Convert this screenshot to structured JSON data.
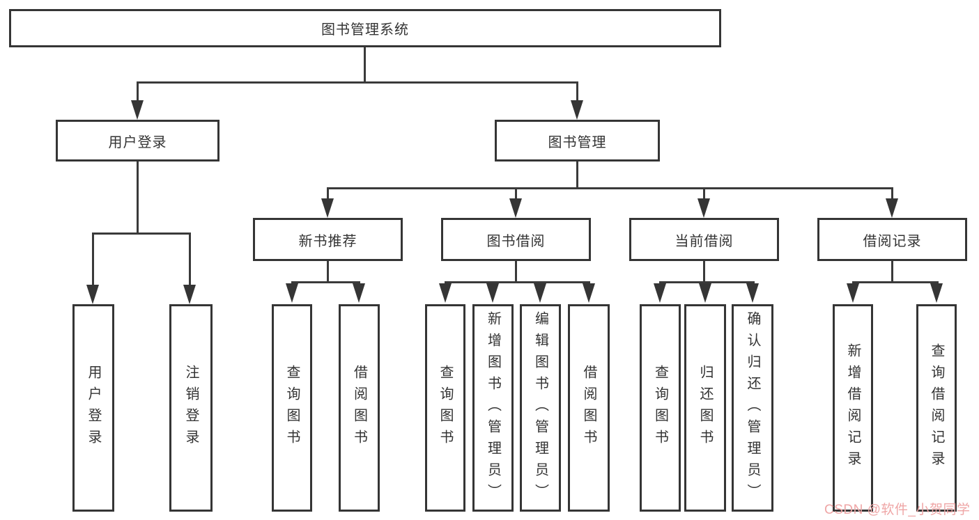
{
  "diagram": {
    "title": "图书管理系统",
    "level2": {
      "user_login": "用户登录",
      "book_mgmt": "图书管理"
    },
    "level3": {
      "new_books": "新书推荐",
      "borrowing": "图书借阅",
      "current": "当前借阅",
      "records": "借阅记录"
    },
    "leaves": {
      "login": "用户登录",
      "logout": "注销登录",
      "nb_query": "查询图书",
      "nb_borrow": "借阅图书",
      "bw_query": "查询图书",
      "bw_add": "新增图书（管理员）",
      "bw_edit": "编辑图书（管理员）",
      "bw_borrow": "借阅图书",
      "cur_query": "查询图书",
      "cur_return": "归还图书",
      "cur_confirm": "确认归还（管理员）",
      "rec_add": "新增借阅记录",
      "rec_query": "查询借阅记录"
    }
  },
  "watermark": {
    "text": "CSDN @软件_小贺同学",
    "color": "#efa6a6"
  },
  "colors": {
    "line": "#3a3a3a",
    "box_border": "#353535",
    "text": "#333333",
    "background": "#ffffff"
  }
}
